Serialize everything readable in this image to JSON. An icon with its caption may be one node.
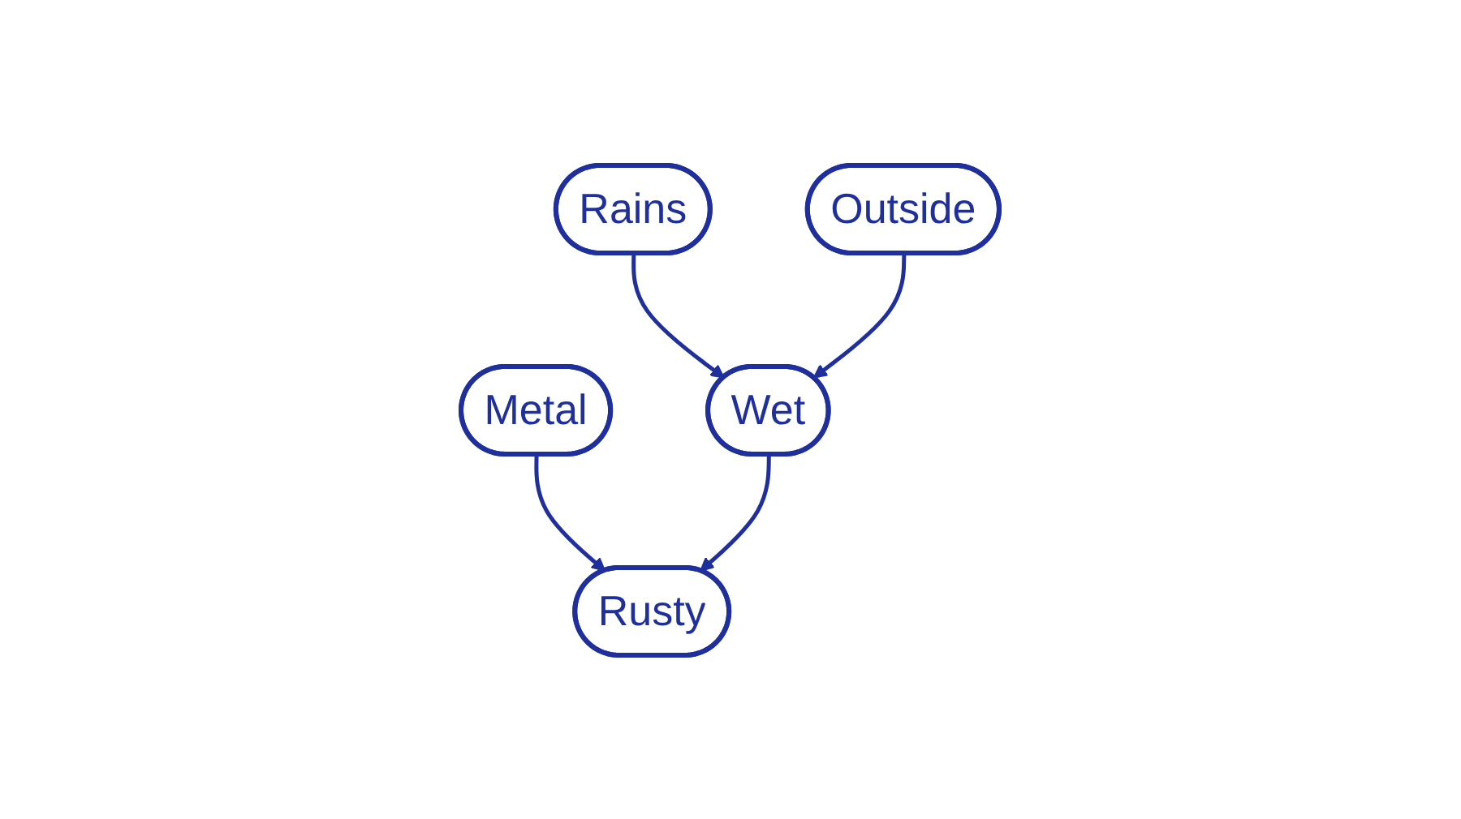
{
  "diagram": {
    "nodes": [
      {
        "text": [
          "Metal"
        ]
      },
      {
        "text": [
          "Rains"
        ]
      },
      {
        "text": [
          "Outside"
        ]
      },
      {
        "text": [
          "Wet"
        ]
      },
      {
        "text": [
          "Rusty"
        ]
      }
    ],
    "edges": [
      {
        "from": 0,
        "to": 4,
        "arrow": "to"
      },
      {
        "from": 1,
        "to": 3,
        "arrow": "to"
      },
      {
        "from": 2,
        "to": 3,
        "arrow": "to"
      },
      {
        "from": 3,
        "to": 4,
        "arrow": "to"
      }
    ]
  }
}
